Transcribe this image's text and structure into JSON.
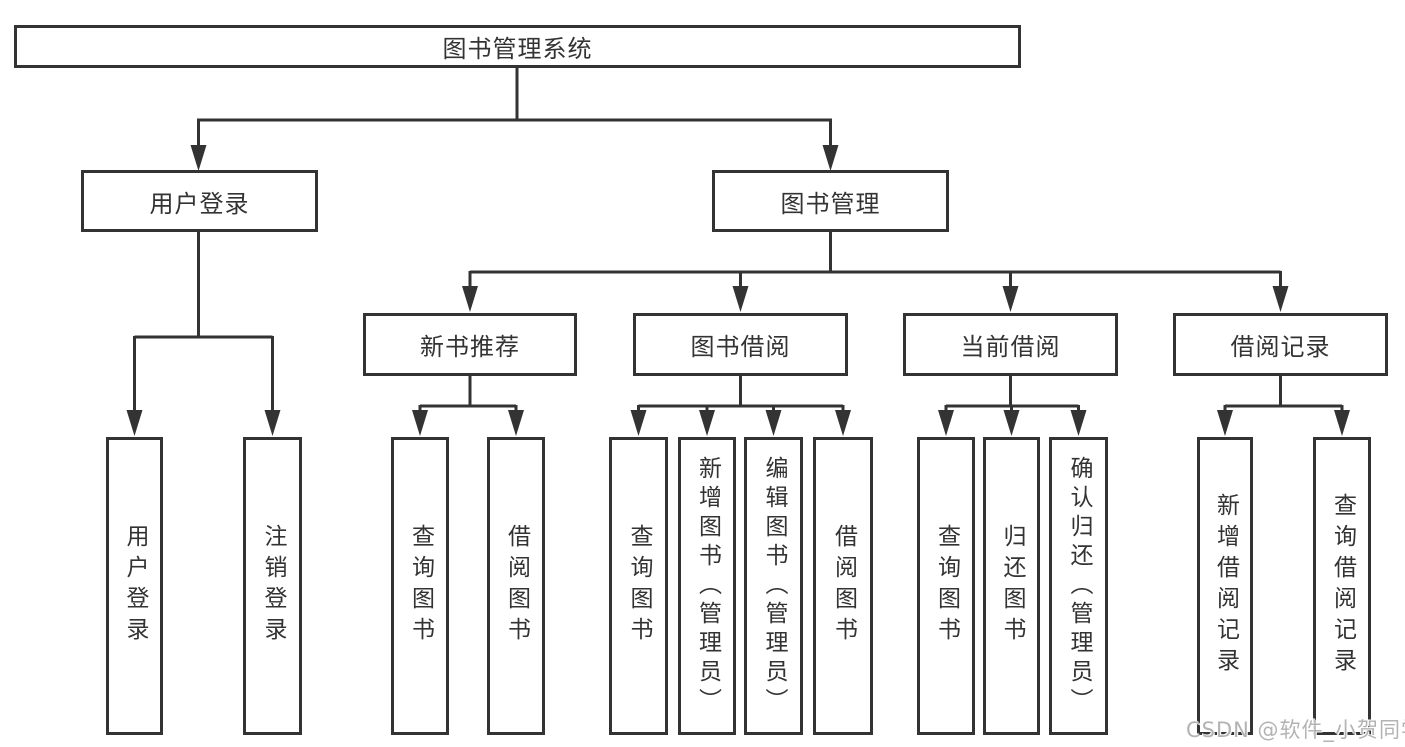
{
  "tree": {
    "label": "图书管理系统",
    "children": [
      {
        "label": "用户登录",
        "children": [
          {
            "label": "用户登录"
          },
          {
            "label": "注销登录"
          }
        ]
      },
      {
        "label": "图书管理",
        "children": [
          {
            "label": "新书推荐",
            "children": [
              {
                "label": "查询图书"
              },
              {
                "label": "借阅图书"
              }
            ]
          },
          {
            "label": "图书借阅",
            "children": [
              {
                "label": "查询图书"
              },
              {
                "label": "新增图书（管理员）"
              },
              {
                "label": "编辑图书（管理员）"
              },
              {
                "label": "借阅图书"
              }
            ]
          },
          {
            "label": "当前借阅",
            "children": [
              {
                "label": "查询图书"
              },
              {
                "label": "归还图书"
              },
              {
                "label": "确认归还（管理员）"
              }
            ]
          },
          {
            "label": "借阅记录",
            "children": [
              {
                "label": "新增借阅记录"
              },
              {
                "label": "查询借阅记录"
              }
            ]
          }
        ]
      }
    ]
  },
  "watermark": {
    "text": "CSDN @软件_小贺同学"
  },
  "colors": {
    "line": "#333333",
    "text": "#333333",
    "box_background": "#ffffff",
    "watermark_text": "#b3b3b3",
    "background": "#ffffff"
  }
}
